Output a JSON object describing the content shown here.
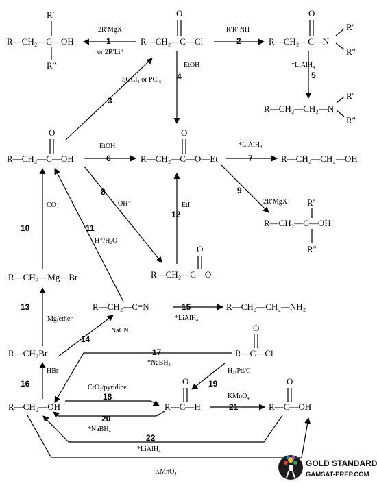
{
  "structures": {
    "tertiary_alcohol_top": {
      "main": "R—CH₂—C—OH",
      "r1": "R′",
      "r2": "R″"
    },
    "acid_chloride": {
      "main": "R—CH₂—C—Cl",
      "o": "O"
    },
    "amide": {
      "main": "R—CH₂—C—N",
      "o": "O",
      "r1": "R′",
      "r2": "R″"
    },
    "amine_tertiary": {
      "main": "R—CH₂—CH₂—N",
      "r1": "R′",
      "r2": "R″"
    },
    "carboxylic_acid": {
      "main": "R—CH₂—C—OH",
      "o": "O"
    },
    "ester": {
      "main": "R—CH₂—C—O—Et",
      "o": "O"
    },
    "primary_alcohol_right": {
      "main": "R—CH₂—CH₂—OH"
    },
    "tertiary_alcohol_right": {
      "main": "R—CH₂—C—OH",
      "r1": "R′",
      "r2": "R″"
    },
    "carboxylate": {
      "main": "R—CH₂—C—O⁻",
      "o": "O"
    },
    "grignard": {
      "main": "R—CH₂—Mg—Br"
    },
    "nitrile": {
      "main": "R—CH₂—C≡N"
    },
    "primary_amine": {
      "main": "R—CH₂—CH₂—NH₂"
    },
    "alkyl_bromide": {
      "main": "R—CH₂Br"
    },
    "acid_chloride_2": {
      "main": "R—C—Cl",
      "o": "O"
    },
    "primary_alcohol": {
      "main": "R—CH₂—OH"
    },
    "aldehyde": {
      "main": "R—C—H",
      "o": "O"
    },
    "carboxylic_acid_2": {
      "main": "R—C—OH",
      "o": "O"
    }
  },
  "reactions": [
    {
      "num": "1",
      "reagent": "2R′MgX",
      "reagent2": "or 2R′Li⁺"
    },
    {
      "num": "2",
      "reagent": "R′R″NH"
    },
    {
      "num": "3",
      "reagent": "SOCl₂ or PCl₅"
    },
    {
      "num": "4",
      "reagent": "EtOH"
    },
    {
      "num": "5",
      "reagent": "*LiAlH₄"
    },
    {
      "num": "6",
      "reagent": "EtOH"
    },
    {
      "num": "7",
      "reagent": "*LiAlH₄"
    },
    {
      "num": "8",
      "reagent": "OH⁻"
    },
    {
      "num": "9",
      "reagent": "2R′MgX"
    },
    {
      "num": "10",
      "reagent": "CO₂"
    },
    {
      "num": "11",
      "reagent": "H⁺/H₂O"
    },
    {
      "num": "12",
      "reagent": "EtI"
    },
    {
      "num": "13",
      "reagent": "Mg/ether"
    },
    {
      "num": "14",
      "reagent": "NaCN"
    },
    {
      "num": "15",
      "reagent": "*LiAlH₄"
    },
    {
      "num": "16",
      "reagent": "HBr"
    },
    {
      "num": "17",
      "reagent": "*NaBH₄"
    },
    {
      "num": "18",
      "reagent": "CrO₃/pyridine"
    },
    {
      "num": "19",
      "reagent": "H₂/Pd/C"
    },
    {
      "num": "20",
      "reagent": "*NaBH₄"
    },
    {
      "num": "21",
      "reagent": "KMnO₄"
    },
    {
      "num": "22",
      "reagent": "*LiAlH₄"
    },
    {
      "num": "",
      "reagent": "KMnO₄"
    }
  ],
  "logo": {
    "line1": "GOLD STANDARD",
    "line2": "GAMSAT-PREP.COM"
  }
}
